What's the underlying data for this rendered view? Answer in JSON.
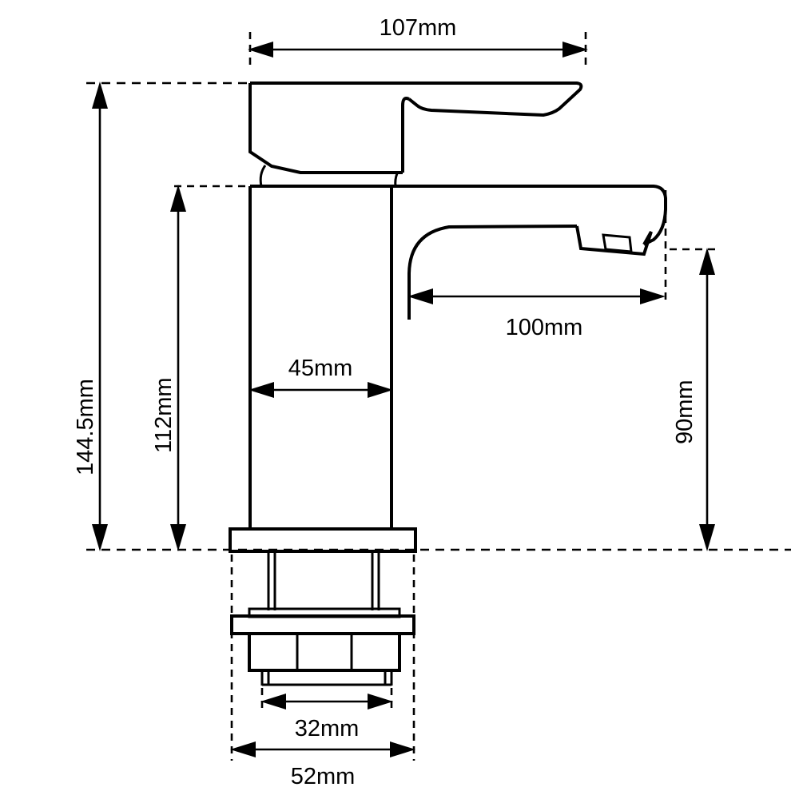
{
  "drawing": {
    "title": "Basin Mixer Tap Dimension Drawing",
    "subject": "single-lever-basin-mixer-tap",
    "units": "mm",
    "line_color": "#000000",
    "background_color": "#ffffff"
  },
  "dimensions": {
    "handle_length": {
      "label": "107mm",
      "value": 107,
      "units": "mm",
      "orientation": "horizontal",
      "describes": "overall lever handle length"
    },
    "overall_height": {
      "label": "144.5mm",
      "value": 144.5,
      "units": "mm",
      "orientation": "vertical",
      "describes": "total tap height from mounting surface to top of handle"
    },
    "body_height": {
      "label": "112mm",
      "value": 112,
      "units": "mm",
      "orientation": "vertical",
      "describes": "height from mounting surface to top of tap body"
    },
    "body_width": {
      "label": "45mm",
      "value": 45,
      "units": "mm",
      "orientation": "horizontal",
      "describes": "tap body width"
    },
    "spout_reach": {
      "label": "100mm",
      "value": 100,
      "units": "mm",
      "orientation": "horizontal",
      "describes": "spout projection / reach"
    },
    "spout_height": {
      "label": "90mm",
      "value": 90,
      "units": "mm",
      "orientation": "vertical",
      "describes": "spout outlet height above mounting surface"
    },
    "thread_diameter": {
      "label": "32mm",
      "value": 32,
      "units": "mm",
      "orientation": "horizontal",
      "describes": "threaded tail / shank diameter"
    },
    "base_diameter": {
      "label": "52mm",
      "value": 52,
      "units": "mm",
      "orientation": "horizontal",
      "describes": "base plate / mounting flange diameter"
    }
  }
}
